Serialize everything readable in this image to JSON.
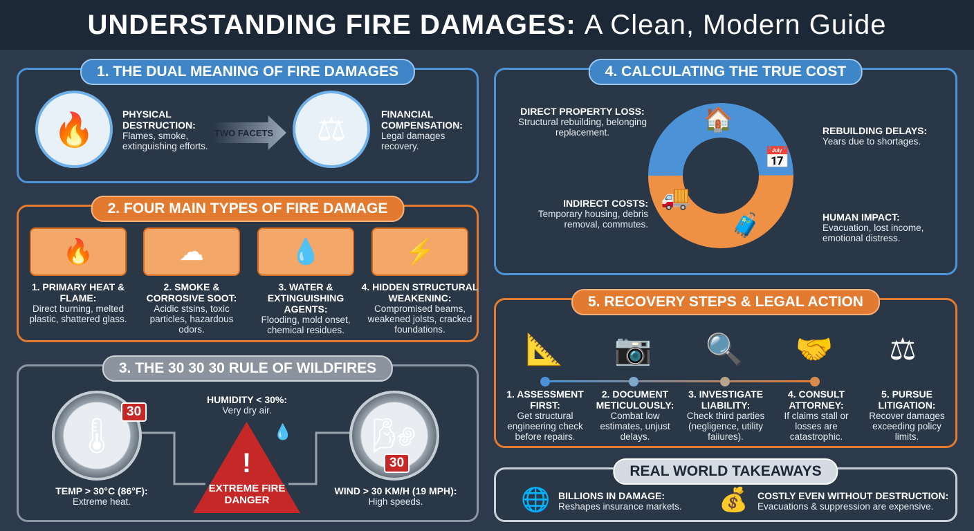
{
  "title": {
    "bold": "UNDERSTANDING FIRE DAMAGES:",
    "light": "A Clean, Modern Guide"
  },
  "colors": {
    "blue": "#4b93d6",
    "orange": "#e37b2f",
    "gray": "#8d97a3",
    "red": "#c62828",
    "background": "#2c3a4b"
  },
  "section1": {
    "header": "1. THE DUAL MEANING OF FIRE DAMAGES",
    "physical": {
      "icon": "fire-house-icon",
      "title": "PHYSICAL DESTRUCTION:",
      "text": "Flames, smoke, extinguishing efforts."
    },
    "arrow": "TWO FACETS",
    "financial": {
      "icon": "coins-gavel-icon",
      "title": "FINANCIAL COMPENSATION:",
      "text": "Legal damages recovery."
    }
  },
  "section2": {
    "header": "2. FOUR MAIN TYPES OF FIRE DAMAGE",
    "items": [
      {
        "icon": "flame-icon",
        "title": "1. PRIMARY HEAT & FLAME:",
        "text": "Direct burning, melted plastic, shattered glass."
      },
      {
        "icon": "smoke-cloud-icon",
        "title": "2. SMOKE & CORROSIVE SOOT:",
        "text": "Acidic stsins, toxic particles, hazardous odors."
      },
      {
        "icon": "water-hose-icon",
        "title": "3. WATER & EXTINGUISHING AGENTS:",
        "text": "Flooding, mold onset, chemical residues."
      },
      {
        "icon": "cracked-beam-icon",
        "title": "4. HIDDEN STRUCTURAL WEAKENINC:",
        "text": "Compromised beams, weakened jolsts, cracked foundations."
      }
    ]
  },
  "section3": {
    "header": "3. THE 30 30 30 RULE OF WILDFIRES",
    "temp": {
      "badge": "30",
      "title": "TEMP > 30°C (86°F):",
      "text": "Extreme heat."
    },
    "humidity": {
      "title": "HUMIDITY < 30%:",
      "text": "Very dry air."
    },
    "danger": "EXTREME FIRE DANGER",
    "wind": {
      "badge": "30",
      "title": "WIND > 30 km/h (19 mph):",
      "text": "High speeds."
    }
  },
  "section4": {
    "header": "4. CALCULATING THE TRUE COST",
    "items": [
      {
        "title": "DIRECT PROPERTY LOSS:",
        "text": "Structural rebuilding, belonging replacement."
      },
      {
        "title": "REBUILDING DELAYS:",
        "text": "Years due to shortages."
      },
      {
        "title": "INDIRECT COSTS:",
        "text": "Temporary housing, debris removal, commutes."
      },
      {
        "title": "HUMAN IMPACT:",
        "text": "Evacuation, lost income, emotional distress."
      }
    ]
  },
  "section5": {
    "header": "5. RECOVERY STEPS & LEGAL ACTION",
    "steps": [
      {
        "icon": "blueprint-hardhat-icon",
        "color": "#4b93d6",
        "title": "1. ASSESSMENT FIRST:",
        "text": "Get structural engineering check before repairs."
      },
      {
        "icon": "camera-checklist-icon",
        "color": "#7fa7c8",
        "title": "2. DOCUMENT METICULOUSLY:",
        "text": "Combat low estimates, unjust delays."
      },
      {
        "icon": "magnifier-powerline-icon",
        "color": "#b8a58c",
        "title": "3. INVESTIGATE LIABILITY:",
        "text": "Check third parties (negligence, utility faiiures)."
      },
      {
        "icon": "gavel-handshake-icon",
        "color": "#d88b4e",
        "title": "4. CONSULT ATTORNEY:",
        "text": "If claims stall or losses are catastrophic."
      },
      {
        "icon": "scales-arrow-icon",
        "color": "#e37b2f",
        "title": "5. PURSUE LITIGATION:",
        "text": "Recover damages exceeding policy limits."
      }
    ]
  },
  "takeaways": {
    "header": "REAL WORLD TAKEAWAYS",
    "items": [
      {
        "icon": "globe-dollar-icon",
        "title": "BILLIONS IN DAMAGE:",
        "text": "Reshapes insurance markets."
      },
      {
        "icon": "exit-moneybag-icon",
        "title": "COSTLY EVEN WITHOUT DESTRUCTION:",
        "text": "Evacuations & suppression are expensive."
      }
    ]
  }
}
